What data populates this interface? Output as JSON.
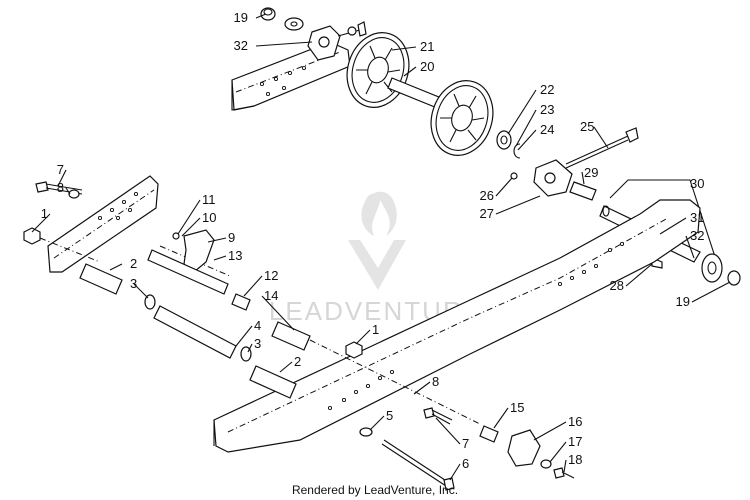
{
  "watermark": {
    "text": "LEADVENTURE"
  },
  "footer": {
    "text": "Rendered by LeadVenture, Inc."
  },
  "callouts": {
    "c19a": "19",
    "c32a": "32",
    "c21": "21",
    "c20": "20",
    "c22": "22",
    "c23": "23",
    "c24": "24",
    "c25": "25",
    "c26": "26",
    "c27": "27",
    "c29": "29",
    "c30": "30",
    "c31": "31",
    "c32b": "32",
    "c28": "28",
    "c19b": "19",
    "c7a": "7",
    "c8a": "8",
    "c1a": "1",
    "c11": "11",
    "c10": "10",
    "c9": "9",
    "c13": "13",
    "c2a": "2",
    "c3a": "3",
    "c12": "12",
    "c14": "14",
    "c4": "4",
    "c3b": "3",
    "c2b": "2",
    "c1b": "1",
    "c8b": "8",
    "c5": "5",
    "c15": "15",
    "c16": "16",
    "c7b": "7",
    "c17": "17",
    "c6": "6",
    "c18": "18"
  }
}
